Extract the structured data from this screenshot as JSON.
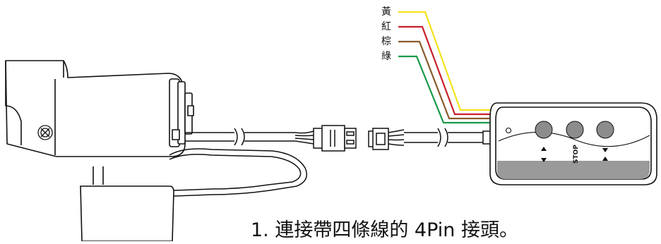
{
  "wire_labels": {
    "yellow": "黃",
    "red": "紅",
    "brown": "棕",
    "green": "綠"
  },
  "wire_colors": {
    "yellow": "#f4e21c",
    "red": "#c8202a",
    "brown": "#8a5a2b",
    "green": "#1a9a4a"
  },
  "remote": {
    "stop_label": "STOP"
  },
  "caption": "1. 連接帶四條線的 4Pin 接頭。"
}
